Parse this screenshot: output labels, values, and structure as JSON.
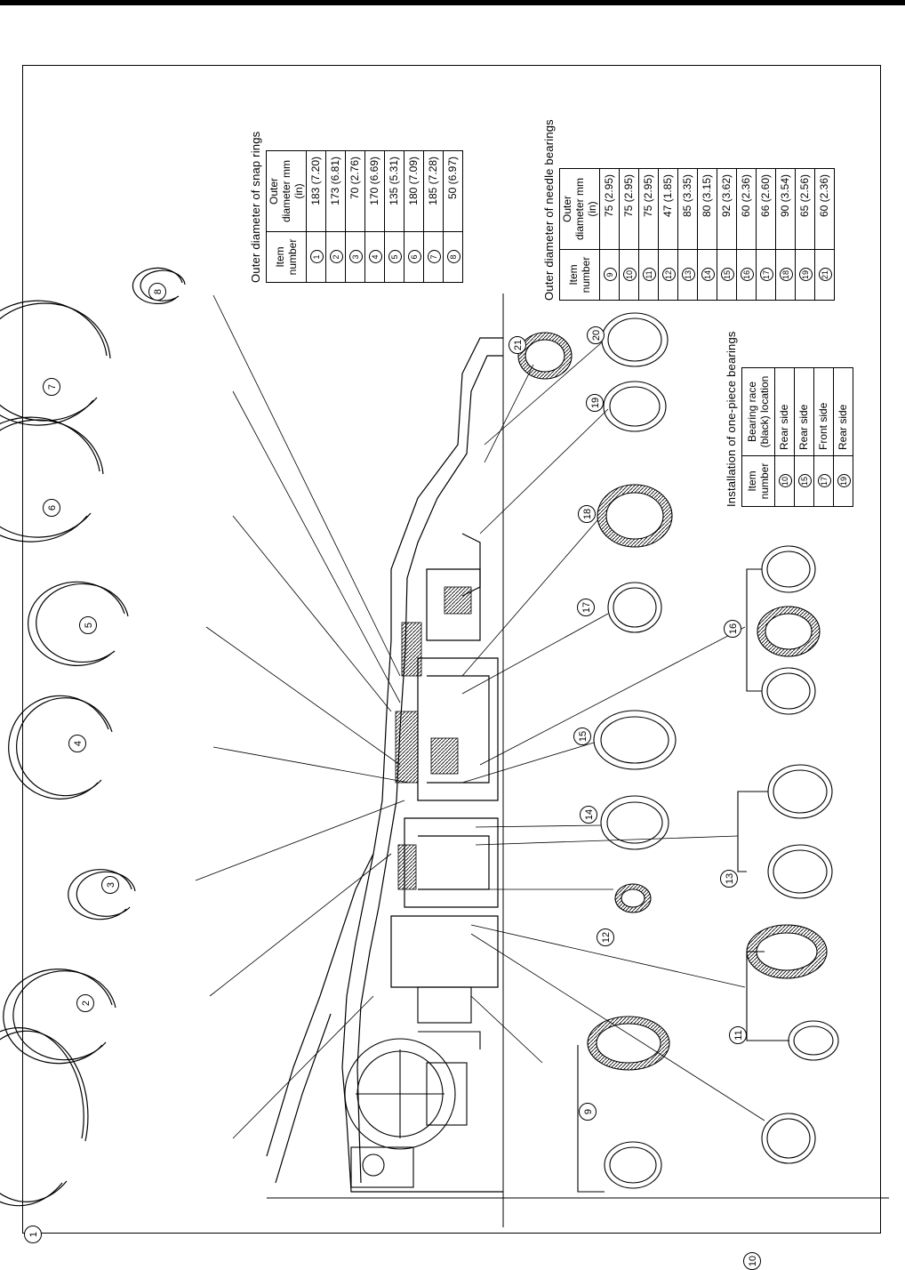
{
  "snap_rings": {
    "caption": "Outer diameter of snap rings",
    "header_item": "Item number",
    "header_value": "Outer diameter mm (in)",
    "rows": [
      {
        "item": "1",
        "value": "183 (7.20)"
      },
      {
        "item": "2",
        "value": "173 (6.81)"
      },
      {
        "item": "3",
        "value": "70 (2.76)"
      },
      {
        "item": "4",
        "value": "170 (6.69)"
      },
      {
        "item": "5",
        "value": "135 (5.31)"
      },
      {
        "item": "6",
        "value": "180 (7.09)"
      },
      {
        "item": "7",
        "value": "185 (7.28)"
      },
      {
        "item": "8",
        "value": "50 (6.97)"
      }
    ]
  },
  "needle_bearings": {
    "caption": "Outer diameter of needle bearings",
    "header_item": "Item number",
    "header_value": "Outer diameter mm (in)",
    "rows": [
      {
        "item": "9",
        "value": "75 (2.95)"
      },
      {
        "item": "10",
        "value": "75 (2.95)"
      },
      {
        "item": "11",
        "value": "75 (2.95)"
      },
      {
        "item": "12",
        "value": "47 (1.85)"
      },
      {
        "item": "13",
        "value": "85 (3.35)"
      },
      {
        "item": "14",
        "value": "80 (3.15)"
      },
      {
        "item": "15",
        "value": "92 (3.62)"
      },
      {
        "item": "16",
        "value": "60 (2.36)"
      },
      {
        "item": "17",
        "value": "66 (2.60)"
      },
      {
        "item": "18",
        "value": "90 (3.54)"
      },
      {
        "item": "19",
        "value": "65 (2.56)"
      },
      {
        "item": "21",
        "value": "60 (2.36)"
      }
    ]
  },
  "one_piece": {
    "caption": "Installation of one-piece bearings",
    "header_item": "Item number",
    "header_value": "Bearing race (black) location",
    "rows": [
      {
        "item": "10",
        "value": "Rear side"
      },
      {
        "item": "15",
        "value": "Rear side"
      },
      {
        "item": "17",
        "value": "Front side"
      },
      {
        "item": "19",
        "value": "Rear side"
      }
    ]
  },
  "callouts": [
    "1",
    "2",
    "3",
    "4",
    "5",
    "6",
    "7",
    "8",
    "9",
    "10",
    "11",
    "12",
    "13",
    "14",
    "15",
    "16",
    "17",
    "18",
    "19",
    "20",
    "21"
  ]
}
